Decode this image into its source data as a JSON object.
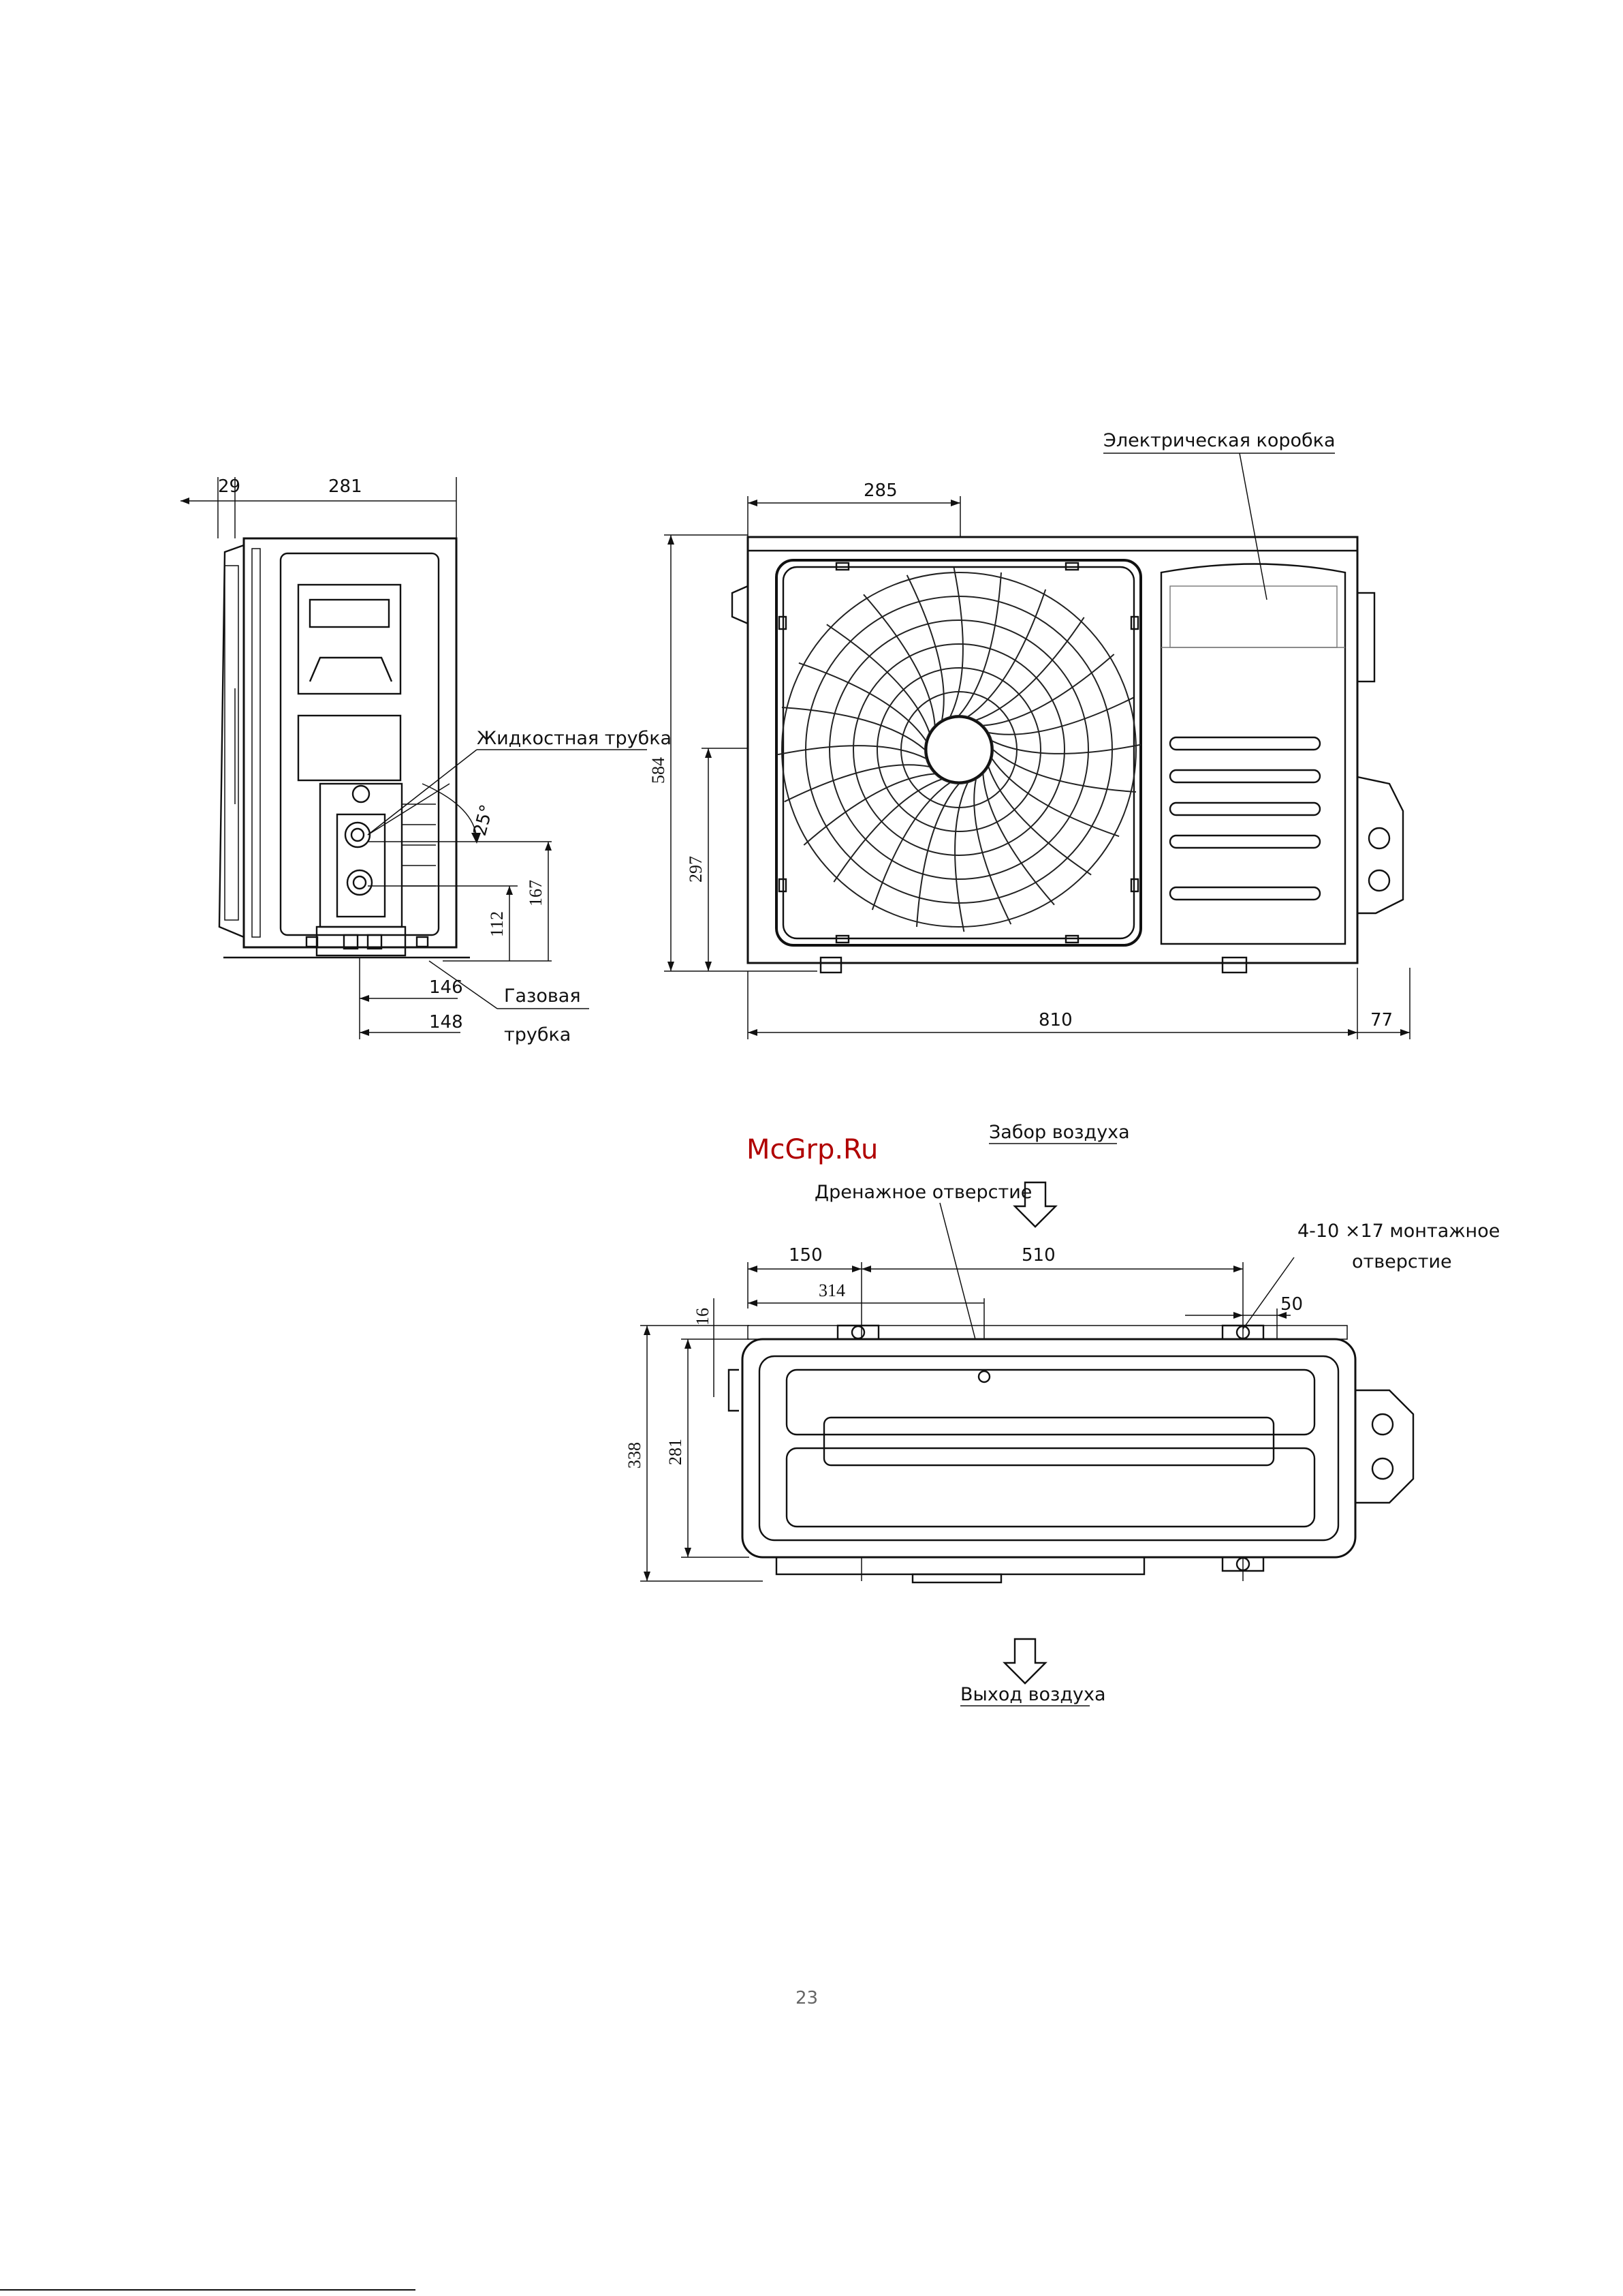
{
  "watermark": "McGrp.Ru",
  "page_number": "23",
  "side_view": {
    "dims": {
      "d29": "29",
      "d281": "281",
      "d25deg": "25°",
      "d112": "112",
      "d167": "167",
      "d146": "146",
      "d148": "148"
    },
    "labels": {
      "liquid_pipe": "Жидкостная трубка",
      "gas_pipe_1": "Газовая",
      "gas_pipe_2": "трубка"
    }
  },
  "front_view": {
    "dims": {
      "d285": "285",
      "d584": "584",
      "d297": "297",
      "d810": "810",
      "d77": "77"
    },
    "labels": {
      "electric_box": "Электрическая коробка"
    }
  },
  "top_view": {
    "dims": {
      "d150": "150",
      "d510": "510",
      "d314": "314",
      "d50": "50",
      "d338": "338",
      "d281": "281",
      "d16": "16"
    },
    "labels": {
      "air_intake": "Забор воздуха",
      "drain_hole": "Дренажное отверстие",
      "mount_hole_1": "4-10 ×17  монтажное",
      "mount_hole_2": "отверстие",
      "air_outlet": "Выход воздуха"
    }
  }
}
